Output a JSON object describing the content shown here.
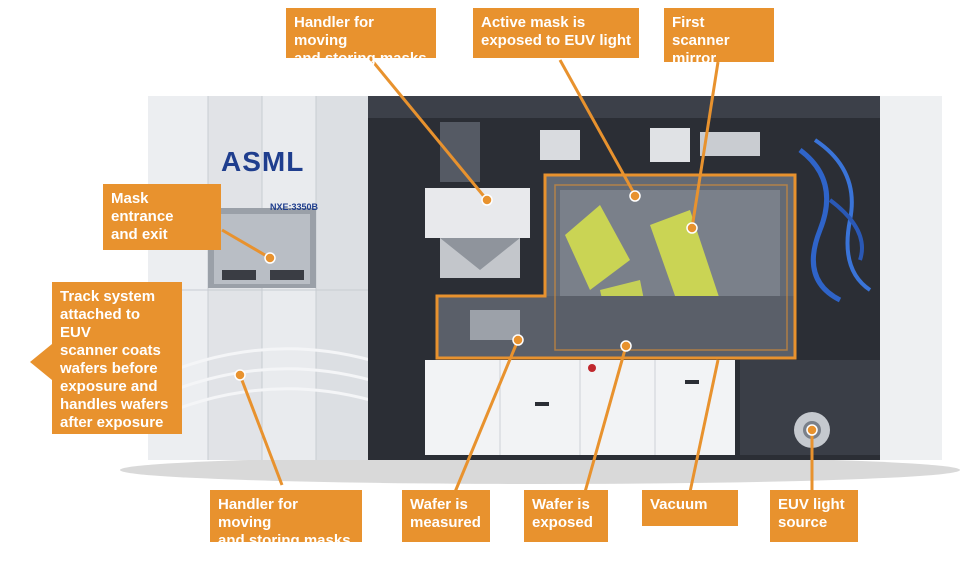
{
  "brand": {
    "logo_text": "ASML",
    "model_text": "NXE:3350B"
  },
  "labels": {
    "mask_handler_top": "Handler for moving\nand storing masks",
    "active_mask": "Active mask is\nexposed to EUV light",
    "first_mirror": "First scanner\nmirror",
    "mask_entrance": "Mask entrance\nand exit",
    "track_system": "Track system\nattached to EUV\nscanner coats\nwafers before\nexposure and\nhandles wafers\nafter exposure",
    "mask_handler_bottom": "Handler for moving\nand storing masks",
    "wafer_measured": "Wafer is\nmeasured",
    "wafer_exposed": "Wafer is\nexposed",
    "vacuum": "Vacuum",
    "euv_source": "EUV light\nsource"
  },
  "colors": {
    "callout": "#e8922e",
    "machine_panel": "#e4e6ea",
    "interior": "#2b2e35",
    "mirror_highlight": "#d8e34a",
    "brand_blue": "#1f3e8e"
  }
}
